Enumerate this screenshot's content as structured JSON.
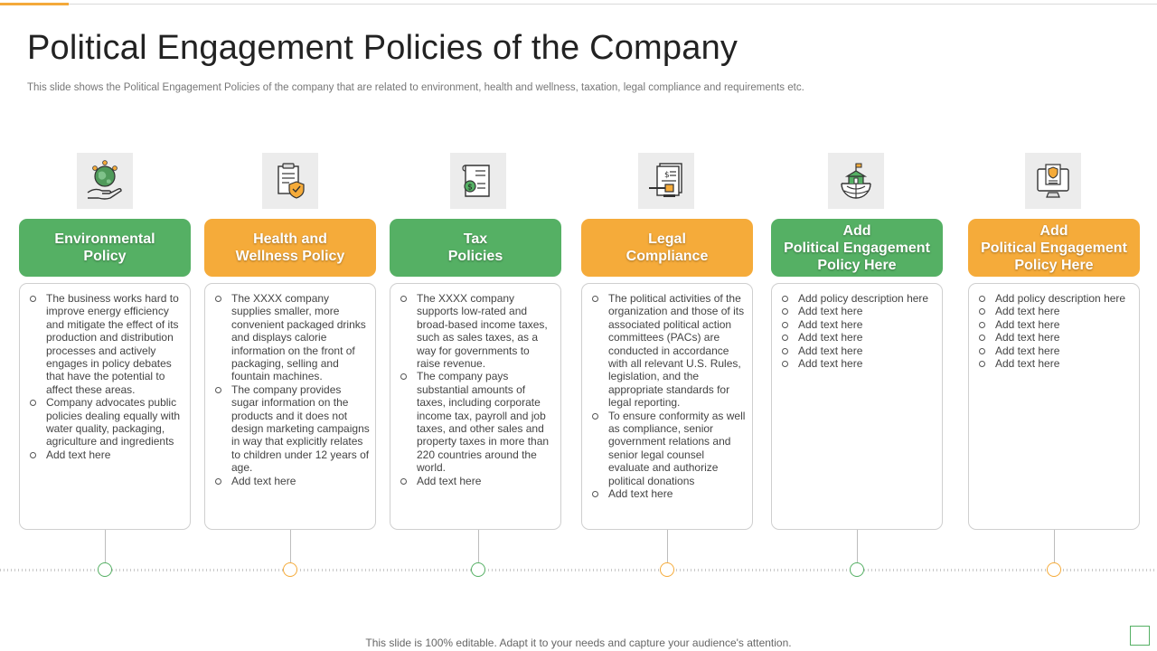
{
  "page": {
    "title": "Political Engagement Policies of the Company",
    "subtitle": "This slide shows the Political Engagement Policies of the company that are related to environment, health and wellness, taxation, legal compliance and requirements etc.",
    "footer": "This slide is 100% editable. Adapt it to your needs and capture your audience's attention."
  },
  "colors": {
    "green": "#55b064",
    "orange": "#f5ab3a",
    "text": "#444444"
  },
  "columns": [
    {
      "icon": "environment-hand-globe-icon",
      "color": "green",
      "heading": [
        "Environmental",
        "Policy"
      ],
      "bullets": [
        "The business works hard to improve energy efficiency and mitigate the effect of its production and distribution processes and actively engages in policy debates that have the potential to affect these areas.",
        "Company advocates public policies dealing equally with water quality, packaging, agriculture and ingredients",
        "Add text here"
      ]
    },
    {
      "icon": "health-document-shield-icon",
      "color": "orange",
      "heading": [
        "Health and",
        "Wellness Policy"
      ],
      "bullets": [
        "The XXXX  company supplies smaller, more convenient packaged drinks and displays calorie information on the front of packaging, selling and fountain machines.",
        "The company provides sugar information on the products and it does not design marketing campaigns in way that explicitly relates to children under 12 years of age.",
        "Add text here"
      ]
    },
    {
      "icon": "tax-document-dollar-icon",
      "color": "green",
      "heading": [
        "Tax",
        "Policies"
      ],
      "bullets": [
        "The XXXX  company supports low-rated and broad-based income taxes, such as sales taxes, as a way for governments to raise revenue.",
        "The company pays substantial amounts of taxes, including corporate income tax,  payroll and job taxes, and other sales and property taxes in more than 220 countries around the world.",
        "Add text here"
      ]
    },
    {
      "icon": "legal-gavel-document-icon",
      "color": "orange",
      "heading": [
        "Legal",
        "Compliance"
      ],
      "bullets": [
        "The political activities of the organization and those of its associated political action committees (PACs) are conducted in accordance with all relevant U.S. Rules, legislation, and the appropriate standards for legal reporting.",
        "To ensure conformity as well as compliance, senior government relations and senior legal counsel evaluate and authorize political donations",
        "Add text here"
      ]
    },
    {
      "icon": "government-globe-building-icon",
      "color": "green",
      "heading": [
        "Add",
        "Political Engagement",
        "Policy Here"
      ],
      "bullets": [
        "Add policy description here",
        "Add text here",
        "Add text here",
        "Add text here",
        "Add text here",
        "Add text here"
      ]
    },
    {
      "icon": "policy-monitor-document-icon",
      "color": "orange",
      "heading": [
        "Add",
        "Political Engagement",
        "Policy Here"
      ],
      "bullets": [
        "Add policy description here",
        "Add text here",
        "Add text here",
        "Add text here",
        "Add text here",
        "Add text here"
      ]
    }
  ]
}
